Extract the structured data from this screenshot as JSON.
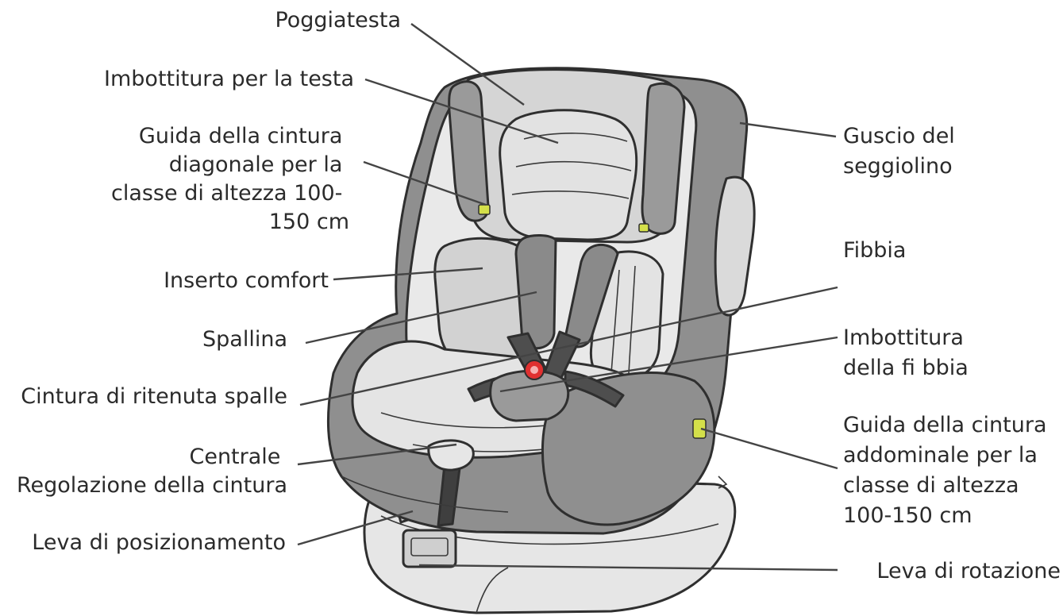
{
  "labels": {
    "poggiatesta": "Poggiatesta",
    "imbottitura_testa": "Imbottitura per la testa",
    "guida_diagonale": [
      "Guida della cintura",
      "diagonale per la",
      "classe di altezza 100-",
      "150 cm"
    ],
    "inserto_comfort": "Inserto comfort",
    "spallina": "Spallina",
    "cintura_spalle": "Cintura di ritenuta spalle",
    "regolazione": [
      "Centrale",
      "Regolazione della cintura"
    ],
    "leva_posizionamento": "Leva di posizionamento",
    "guscio": [
      "Guscio del",
      "seggiolino"
    ],
    "fibbia": "Fibbia",
    "imbottitura_fibbia": [
      "Imbottitura",
      "della fi bbia"
    ],
    "guida_addominale": [
      "Guida della cintura",
      "addominale per la",
      "classe di altezza",
      "100-150 cm"
    ],
    "leva_rotazione": "Leva di rotazione"
  },
  "colors": {
    "shell": "#8f8f8f",
    "dark": "#6e6e6e",
    "light": "#d9d9d9",
    "lighter": "#e8e8e8",
    "strap": "#5a5a5a",
    "accent_yellow": "#d4e04a",
    "buckle_red": "#e03030"
  }
}
